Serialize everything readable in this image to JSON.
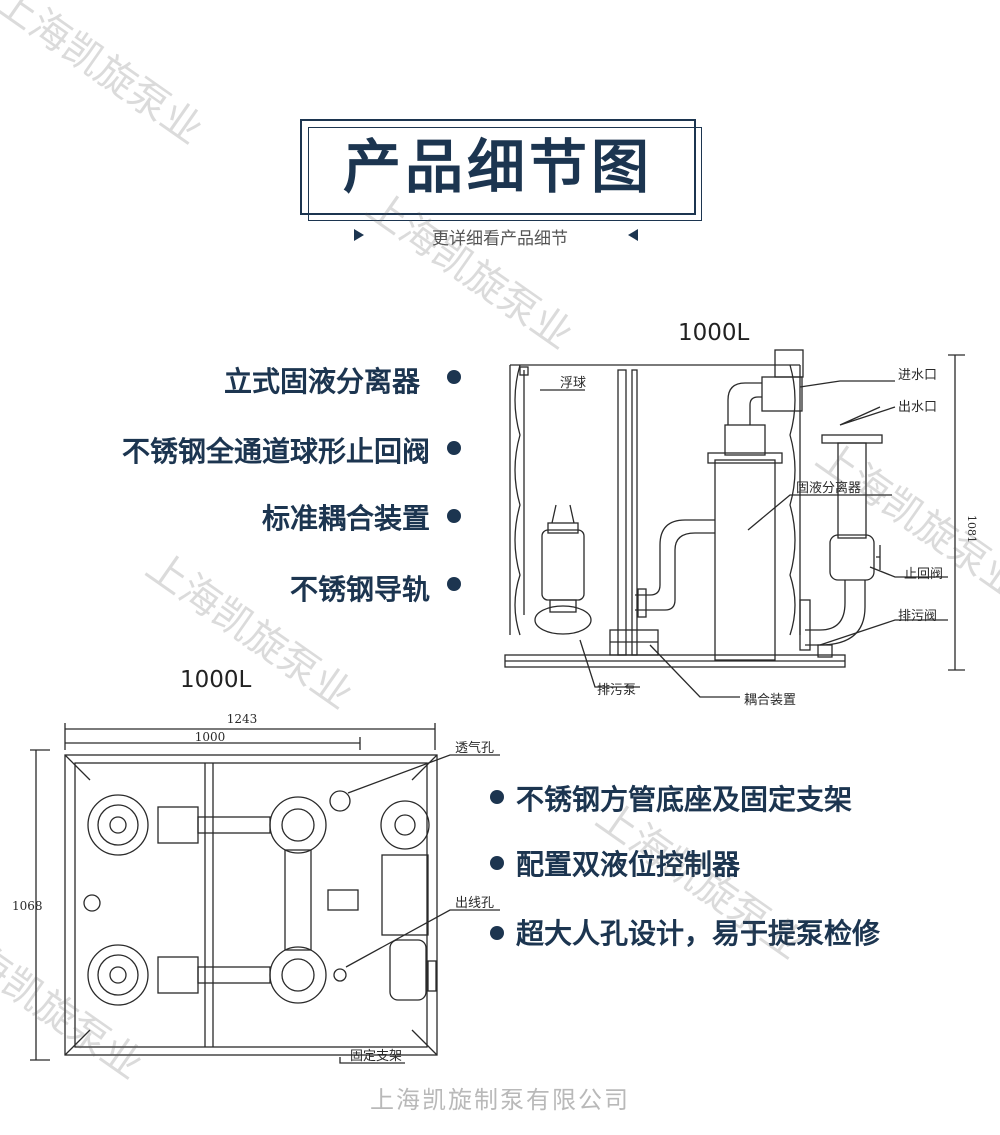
{
  "header": {
    "title": "产品细节图",
    "subtitle": "更详细看产品细节"
  },
  "side_view": {
    "model": "1000L",
    "features": [
      "立式固液分离器",
      "不锈钢全通道球形止回阀",
      "标准耦合装置",
      "不锈钢导轨"
    ],
    "labels": {
      "float": "浮球",
      "inlet": "进水口",
      "outlet": "出水口",
      "separator": "固液分离器",
      "check_valve": "止回阀",
      "drain_valve": "排污阀",
      "sewage_pump": "排污泵",
      "coupling": "耦合装置",
      "height": "1081"
    }
  },
  "top_view": {
    "model": "1000L",
    "features": [
      "不锈钢方管底座及固定支架",
      "配置双液位控制器",
      "超大人孔设计，易于提泵检修"
    ],
    "labels": {
      "vent": "透气孔",
      "cable_hole": "出线孔",
      "bracket": "固定支架",
      "width_outer": "1243",
      "width_inner": "1000",
      "depth": "1068"
    }
  },
  "footer": {
    "company": "上海凯旋制泵有限公司"
  },
  "watermark": {
    "text": "上海凯旋泵业"
  },
  "colors": {
    "accent": "#1c3550",
    "line": "#2a2a2a",
    "footer": "#b9b9b9"
  }
}
